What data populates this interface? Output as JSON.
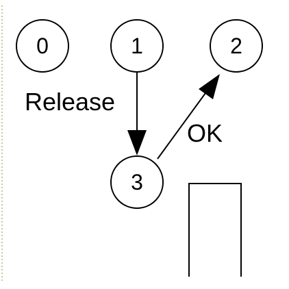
{
  "diagram": {
    "nodes": [
      {
        "id": "0",
        "label": "0"
      },
      {
        "id": "1",
        "label": "1"
      },
      {
        "id": "2",
        "label": "2"
      },
      {
        "id": "3",
        "label": "3"
      }
    ],
    "edges": [
      {
        "from": "1",
        "to": "3",
        "label": "Release"
      },
      {
        "from": "3",
        "to": "2",
        "label": "OK"
      }
    ]
  }
}
